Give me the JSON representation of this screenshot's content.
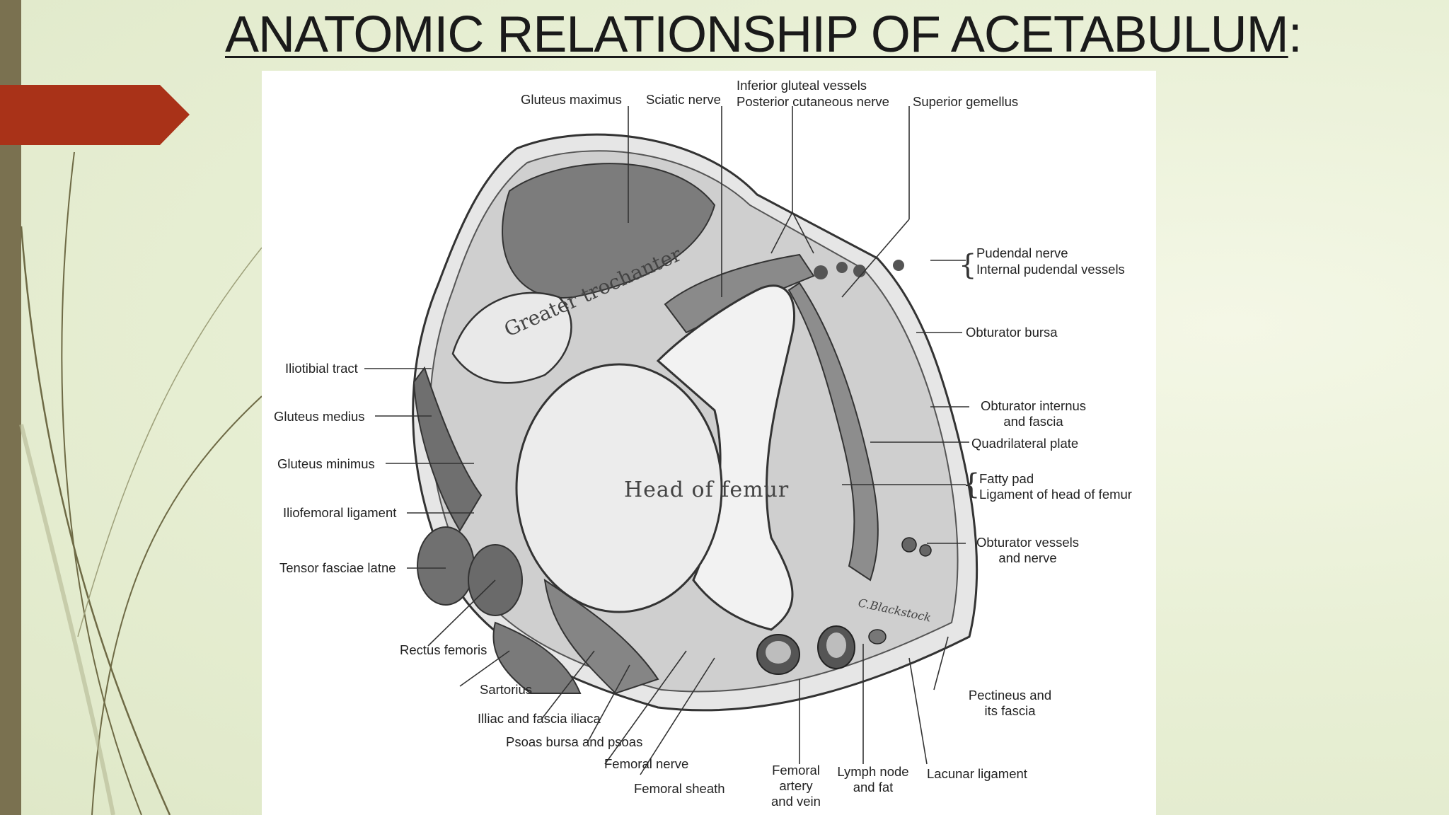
{
  "slide": {
    "title": "ANATOMIC RELATIONSHIP OF ACETABULUM",
    "title_suffix": ":"
  },
  "figure": {
    "bone_labels": {
      "greater_trochanter": "Greater trochanter",
      "head_of_femur": "Head of femur",
      "signature": "C.Blackstock"
    },
    "labels": {
      "gluteus_maximus": "Gluteus maximus",
      "sciatic_nerve": "Sciatic nerve",
      "inferior_gluteal_vessels": "Inferior gluteal vessels",
      "posterior_cutaneous_nerve": "Posterior cutaneous nerve",
      "superior_gemellus": "Superior gemellus",
      "pudendal_nerve": "Pudendal nerve",
      "internal_pudendal_vessels": "Internal pudendal vessels",
      "obturator_bursa": "Obturator bursa",
      "obturator_internus_1": "Obturator internus",
      "obturator_internus_2": "and fascia",
      "quadrilateral_plate": "Quadrilateral plate",
      "fatty_pad": "Fatty pad",
      "ligament_head_femur": "Ligament of head of femur",
      "obturator_vessels_1": "Obturator vessels",
      "obturator_vessels_2": "and nerve",
      "iliotibial_tract": "Iliotibial tract",
      "gluteus_medius": "Gluteus medius",
      "gluteus_minimus": "Gluteus minimus",
      "iliofemoral_ligament": "Iliofemoral ligament",
      "tensor_fasciae_latae": "Tensor fasciae latne",
      "rectus_femoris": "Rectus femoris",
      "sartorius": "Sartorius",
      "illiac_fascia": "Illiac and fascia iliaca",
      "psoas_bursa": "Psoas bursa and psoas",
      "femoral_nerve": "Femoral nerve",
      "femoral_sheath": "Femoral sheath",
      "femoral_artery_1": "Femoral",
      "femoral_artery_2": "artery",
      "femoral_artery_3": "and vein",
      "lymph_node_1": "Lymph node",
      "lymph_node_2": "and fat",
      "lacunar_ligament": "Lacunar ligament",
      "pectineus_1": "Pectineus and",
      "pectineus_2": "its fascia"
    }
  },
  "colors": {
    "accent_arrow": "#a93218",
    "side_bar": "#7a7150",
    "background": "#e9f0d6"
  }
}
